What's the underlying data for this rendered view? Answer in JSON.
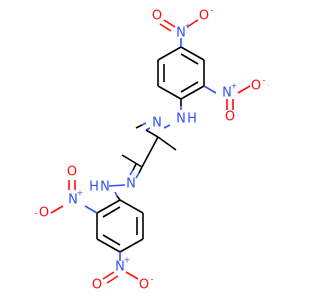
{
  "molecule": {
    "colors": {
      "carbon": "#000000",
      "nitrogen": "#3050F8",
      "oxygen": "#FF0D0D",
      "background": "#ffffff"
    },
    "labels": {
      "nitro_n": "N",
      "nitro_plus": "+",
      "oxygen": "O",
      "oxide_minus": "-",
      "amine_n": "N",
      "amine_h": "H",
      "imine_n": "N"
    }
  }
}
